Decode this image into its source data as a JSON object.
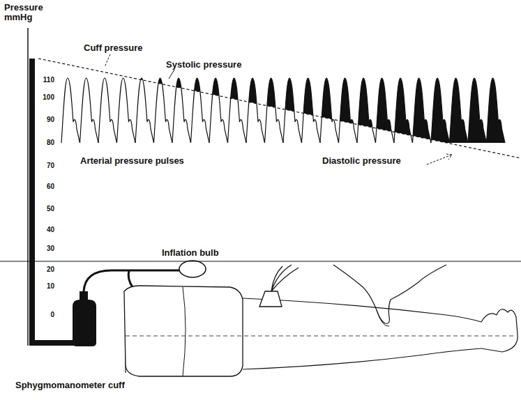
{
  "diagram": {
    "labels": [
      "Pressure mmHg",
      "Cuff pressure",
      "Systolic pressure",
      "110",
      "100",
      "90",
      "80",
      "70",
      "60",
      "50",
      "40",
      "30",
      "20",
      "10",
      "0",
      "Arterial pressure pulses",
      "Diastolic pressure",
      "Inflation bulb",
      "Sphygmomanometer cuff"
    ]
  }
}
